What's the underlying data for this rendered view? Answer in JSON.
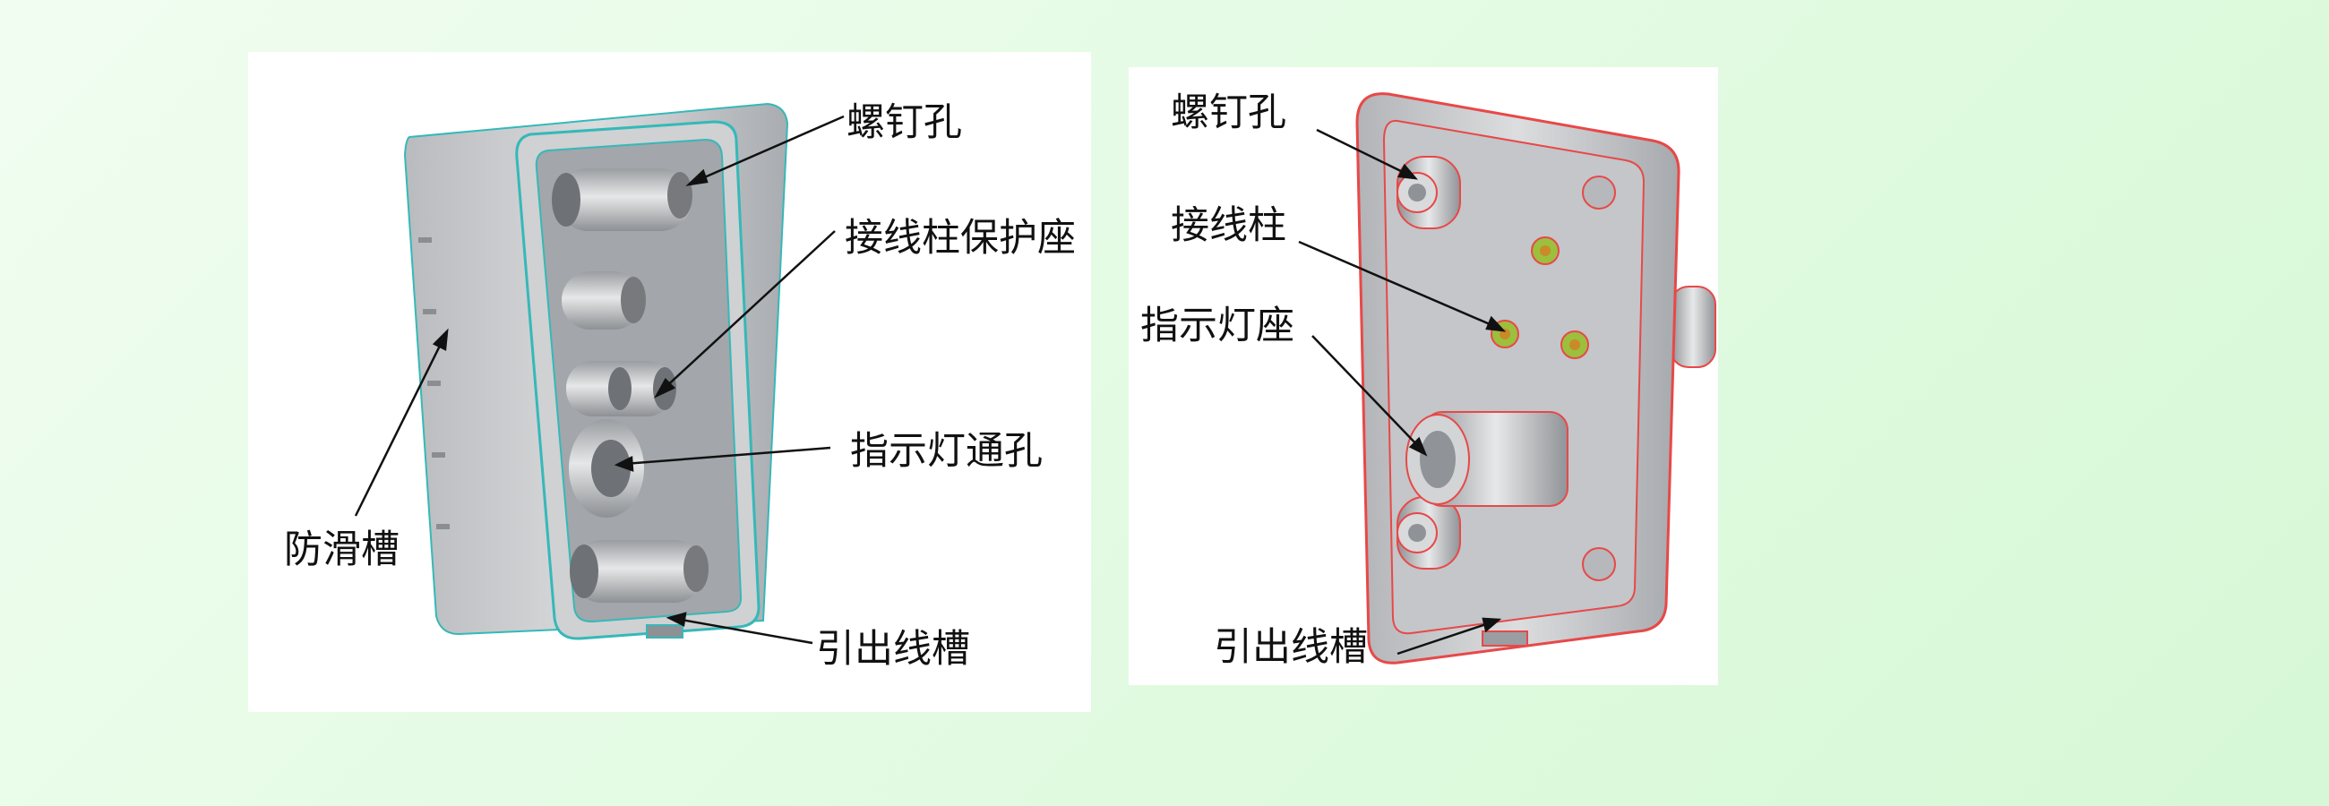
{
  "left_panel": {
    "labels": {
      "screw_hole": "螺钉孔",
      "terminal_guard": "接线柱保护座",
      "indicator_hole": "指示灯通孔",
      "anti_slip": "防滑槽",
      "wire_slot": "引出线槽"
    },
    "colors": {
      "outline": "#36b8b8",
      "body": "#c7c9cb",
      "shade": "#8f9296"
    }
  },
  "right_panel": {
    "labels": {
      "screw_hole": "螺钉孔",
      "terminal": "接线柱",
      "indicator_seat": "指示灯座",
      "wire_slot": "引出线槽"
    },
    "colors": {
      "outline": "#e84848",
      "body": "#c9cbcd",
      "terminal": "#8fb238"
    }
  }
}
